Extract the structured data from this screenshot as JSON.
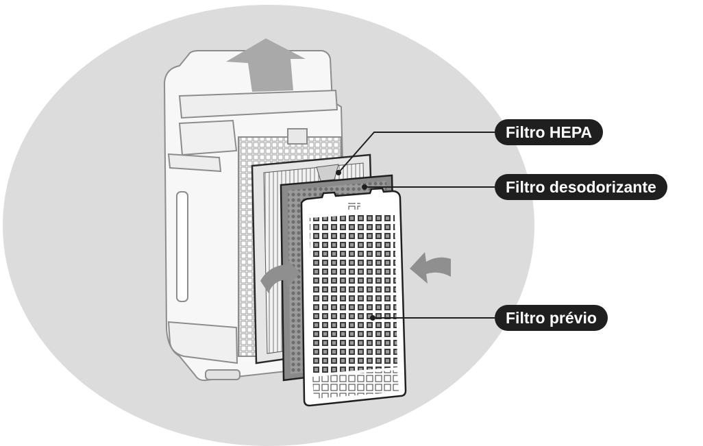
{
  "labels": {
    "hepa_filter": "Filtro HEPA",
    "deodorizing_filter": "Filtro desodorizante",
    "pre_filter": "Filtro prévio"
  },
  "colors": {
    "background_circle": "#dcdcdc",
    "label_background": "#1f1f1f",
    "label_text": "#ffffff",
    "arrow_fill": "#a9a9a9",
    "outline": "#2a2a2a"
  }
}
